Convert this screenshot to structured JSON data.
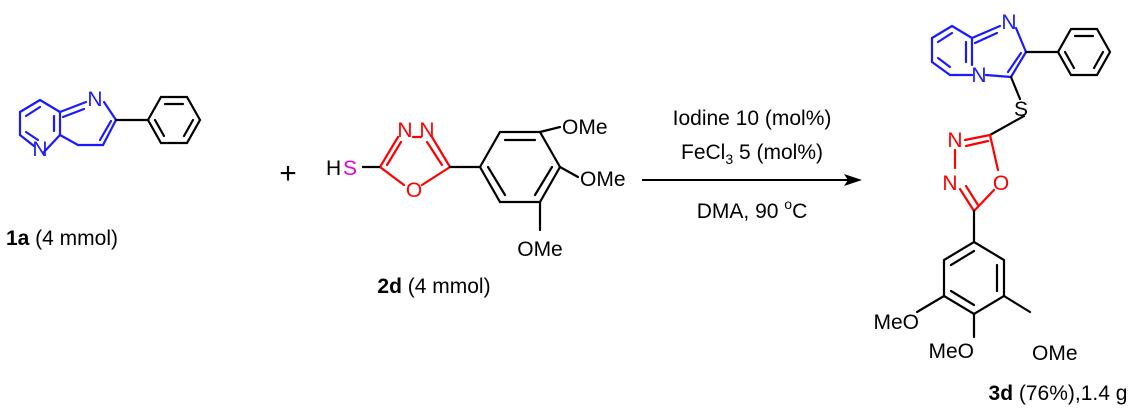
{
  "colors": {
    "bond": "#000000",
    "imidazopyridine": "#1a1aff",
    "oxadiazole": "#ff0000",
    "sulfur_H": "#e600e6",
    "text": "#000000"
  },
  "atoms": {
    "N": "N",
    "O": "O",
    "S": "S",
    "H": "H",
    "OMe": "OMe",
    "MeO": "MeO"
  },
  "reactant_1": {
    "label_bold": "1a",
    "label_rest": " (4 mmol)"
  },
  "plus": "+",
  "reactant_2": {
    "label_bold": "2d",
    "label_rest": " (4 mmol)"
  },
  "conditions": {
    "line1": "Iodine 10 (mol%)",
    "line2_prefix": "FeCl",
    "line2_sub": "3",
    "line2_suffix": " 5 (mol%)",
    "line3_prefix": "DMA, 90 ",
    "line3_sup": "o",
    "line3_suffix": "C"
  },
  "product": {
    "label_bold": "3d",
    "label_rest": " (76%),1.4 g"
  }
}
